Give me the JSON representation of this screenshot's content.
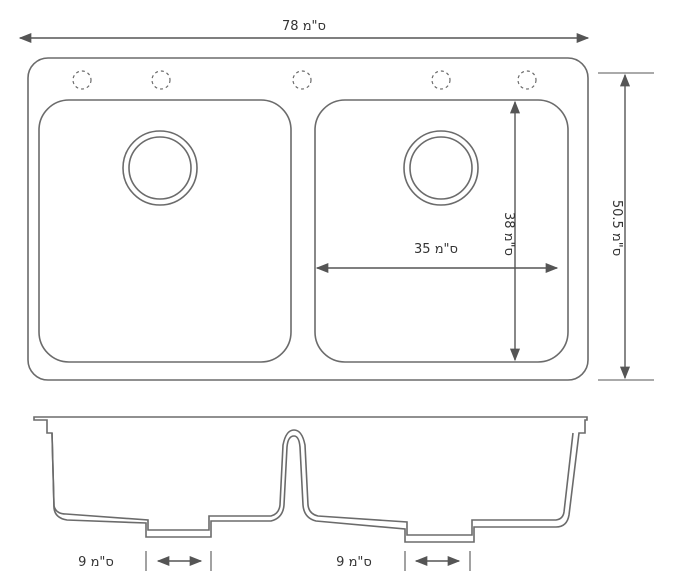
{
  "dimensions": {
    "total_width": "78 ס\"מ",
    "total_depth": "50.5 ס\"מ",
    "bowl_width": "35 ס\"מ",
    "bowl_depth": "38 ס\"מ",
    "drain_offset_left": "9 ס\"מ",
    "drain_offset_right": "9 ס\"מ"
  },
  "colors": {
    "line": "#6b6b6b",
    "dimension_line": "#555555",
    "text": "#333333",
    "background": "#ffffff"
  }
}
